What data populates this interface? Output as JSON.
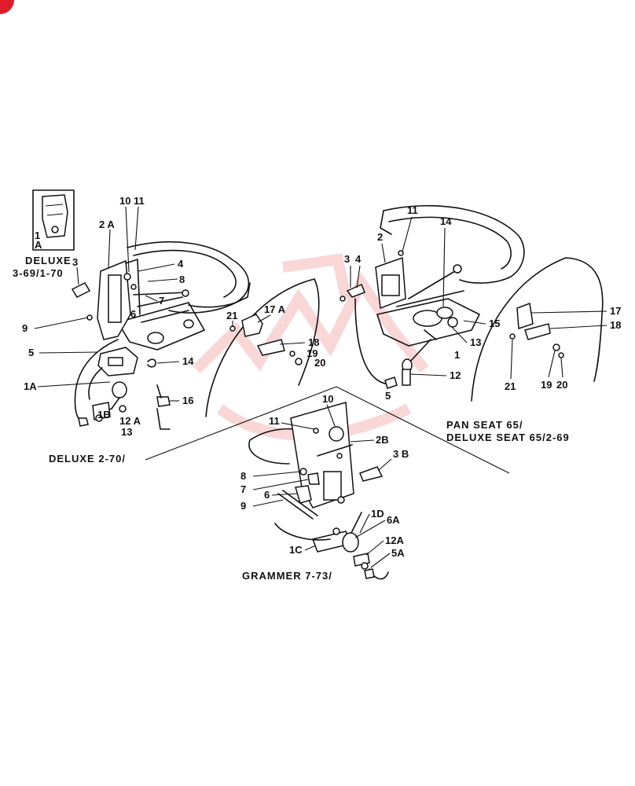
{
  "captions": {
    "deluxe_early": [
      "DELUXE",
      "3-69/1-70"
    ],
    "deluxe_late": "DELUXE 2-70/",
    "pan_seat": [
      "PAN SEAT 65/",
      "DELUXE SEAT 65/2-69"
    ],
    "grammer": "GRAMMER 7-73/"
  },
  "callouts": {
    "inset_a": [
      "1",
      "A"
    ],
    "a_2A": "2 A",
    "a_10": "10",
    "a_11": "11",
    "a_3": "3",
    "a_4": "4",
    "a_8": "8",
    "a_7": "7",
    "a_6": "6",
    "a_9": "9",
    "a_5": "5",
    "a_1A": "1A",
    "a_14": "14",
    "a_16": "16",
    "a_1B": "1B",
    "a_12A": "12 A",
    "a_13": "13",
    "b_21": "21",
    "b_17A": "17 A",
    "b_18": "18",
    "b_19": "19",
    "b_20": "20",
    "c_11": "11",
    "c_14": "14",
    "c_2": "2",
    "c_3": "3",
    "c_4": "4",
    "c_15": "15",
    "c_13": "13",
    "c_1": "1",
    "c_12": "12",
    "c_5": "5",
    "d_17": "17",
    "d_18": "18",
    "d_21": "21",
    "d_19": "19",
    "d_20": "20",
    "e_10": "10",
    "e_11": "11",
    "e_2B": "2B",
    "e_3B": "3 B",
    "e_8": "8",
    "e_7": "7",
    "e_6": "6",
    "e_9": "9",
    "e_1D": "1D",
    "e_6A": "6A",
    "e_1C": "1C",
    "e_12A": "12A",
    "e_5A": "5A"
  }
}
